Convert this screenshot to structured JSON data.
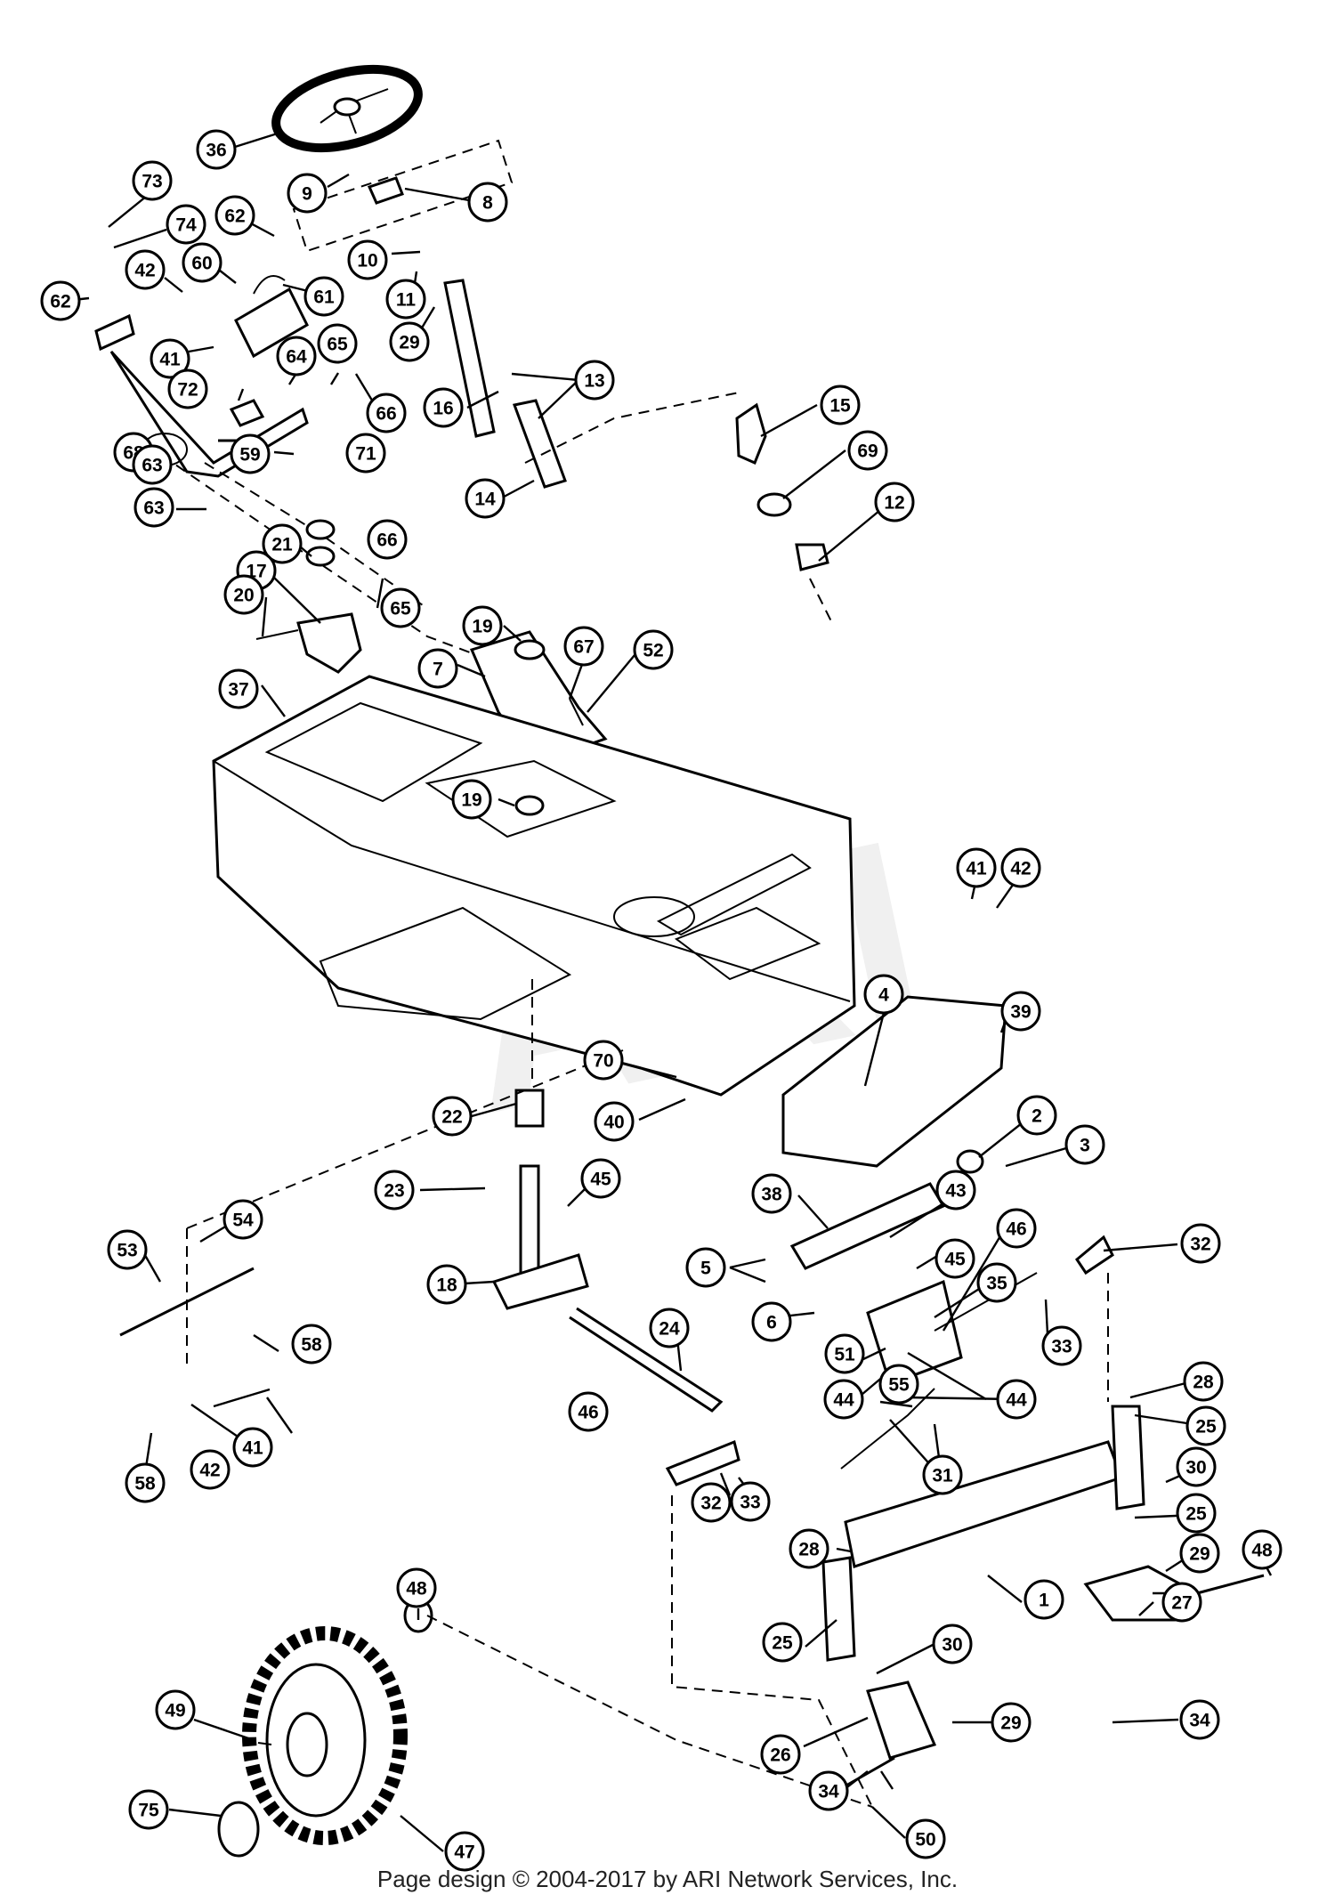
{
  "footer": "Page design © 2004-2017 by ARI Network Services, Inc.",
  "watermark": "ARI",
  "callouts": [
    {
      "label": "36"
    },
    {
      "label": "9"
    },
    {
      "label": "8"
    },
    {
      "label": "73"
    },
    {
      "label": "74"
    },
    {
      "label": "62"
    },
    {
      "label": "42"
    },
    {
      "label": "60"
    },
    {
      "label": "61"
    },
    {
      "label": "10"
    },
    {
      "label": "11"
    },
    {
      "label": "29"
    },
    {
      "label": "62"
    },
    {
      "label": "41"
    },
    {
      "label": "65"
    },
    {
      "label": "64"
    },
    {
      "label": "72"
    },
    {
      "label": "66"
    },
    {
      "label": "16"
    },
    {
      "label": "13"
    },
    {
      "label": "15"
    },
    {
      "label": "69"
    },
    {
      "label": "68"
    },
    {
      "label": "63"
    },
    {
      "label": "71"
    },
    {
      "label": "59"
    },
    {
      "label": "63"
    },
    {
      "label": "14"
    },
    {
      "label": "12"
    },
    {
      "label": "21"
    },
    {
      "label": "66"
    },
    {
      "label": "17"
    },
    {
      "label": "20"
    },
    {
      "label": "65"
    },
    {
      "label": "19"
    },
    {
      "label": "67"
    },
    {
      "label": "52"
    },
    {
      "label": "7"
    },
    {
      "label": "37"
    },
    {
      "label": "19"
    },
    {
      "label": "41"
    },
    {
      "label": "42"
    },
    {
      "label": "4"
    },
    {
      "label": "39"
    },
    {
      "label": "70"
    },
    {
      "label": "40"
    },
    {
      "label": "22"
    },
    {
      "label": "2"
    },
    {
      "label": "3"
    },
    {
      "label": "23"
    },
    {
      "label": "45"
    },
    {
      "label": "38"
    },
    {
      "label": "43"
    },
    {
      "label": "54"
    },
    {
      "label": "46"
    },
    {
      "label": "32"
    },
    {
      "label": "53"
    },
    {
      "label": "45"
    },
    {
      "label": "5"
    },
    {
      "label": "35"
    },
    {
      "label": "18"
    },
    {
      "label": "6"
    },
    {
      "label": "33"
    },
    {
      "label": "58"
    },
    {
      "label": "24"
    },
    {
      "label": "51"
    },
    {
      "label": "55"
    },
    {
      "label": "46"
    },
    {
      "label": "44"
    },
    {
      "label": "44"
    },
    {
      "label": "28"
    },
    {
      "label": "25"
    },
    {
      "label": "41"
    },
    {
      "label": "58"
    },
    {
      "label": "42"
    },
    {
      "label": "31"
    },
    {
      "label": "30"
    },
    {
      "label": "32"
    },
    {
      "label": "33"
    },
    {
      "label": "25"
    },
    {
      "label": "28"
    },
    {
      "label": "29"
    },
    {
      "label": "48"
    },
    {
      "label": "48"
    },
    {
      "label": "1"
    },
    {
      "label": "27"
    },
    {
      "label": "25"
    },
    {
      "label": "30"
    },
    {
      "label": "49"
    },
    {
      "label": "29"
    },
    {
      "label": "34"
    },
    {
      "label": "26"
    },
    {
      "label": "75"
    },
    {
      "label": "34"
    },
    {
      "label": "47"
    },
    {
      "label": "50"
    }
  ]
}
